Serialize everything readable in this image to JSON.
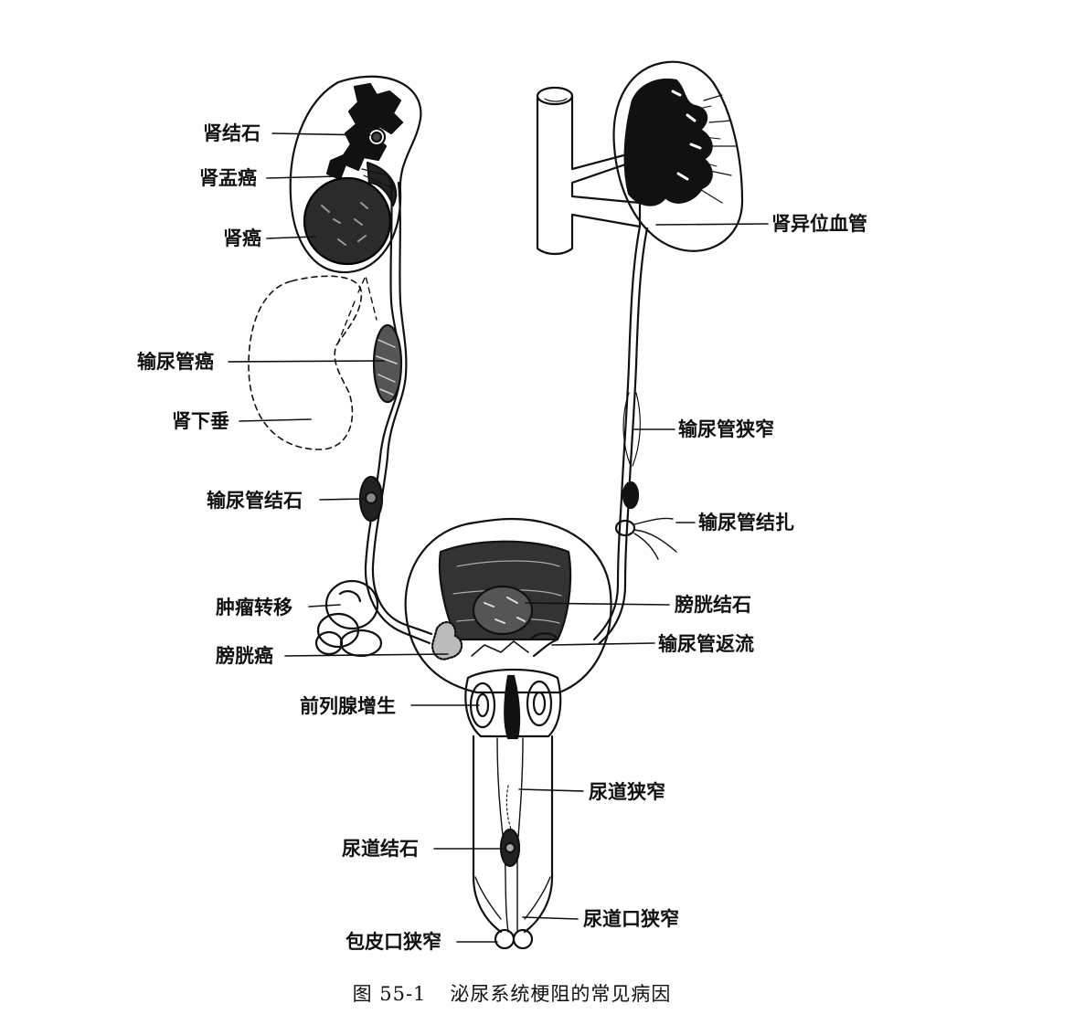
{
  "labels": {
    "kidney_stone": "肾结石",
    "renal_pelvis_cancer": "肾盂癌",
    "kidney_cancer": "肾癌",
    "ureter_cancer": "输尿管癌",
    "nephroptosis": "肾下垂",
    "ureter_stone": "输尿管结石",
    "tumor_metastasis": "肿瘤转移",
    "bladder_cancer": "膀胱癌",
    "prostate_hyperplasia": "前列腺增生",
    "urethral_stone": "尿道结石",
    "phimosis": "包皮口狭窄",
    "aberrant_renal_vessel": "肾异位血管",
    "ureter_stricture": "输尿管狭窄",
    "ureter_ligation": "输尿管结扎",
    "bladder_stone": "膀胱结石",
    "ureteral_reflux": "输尿管返流",
    "urethral_stricture": "尿道狭窄",
    "meatal_stenosis": "尿道口狭窄"
  },
  "caption": {
    "number": "图 55-1",
    "title": "泌尿系统梗阻的常见病因"
  },
  "colors": {
    "ink": "#111111",
    "paper": "#ffffff"
  }
}
